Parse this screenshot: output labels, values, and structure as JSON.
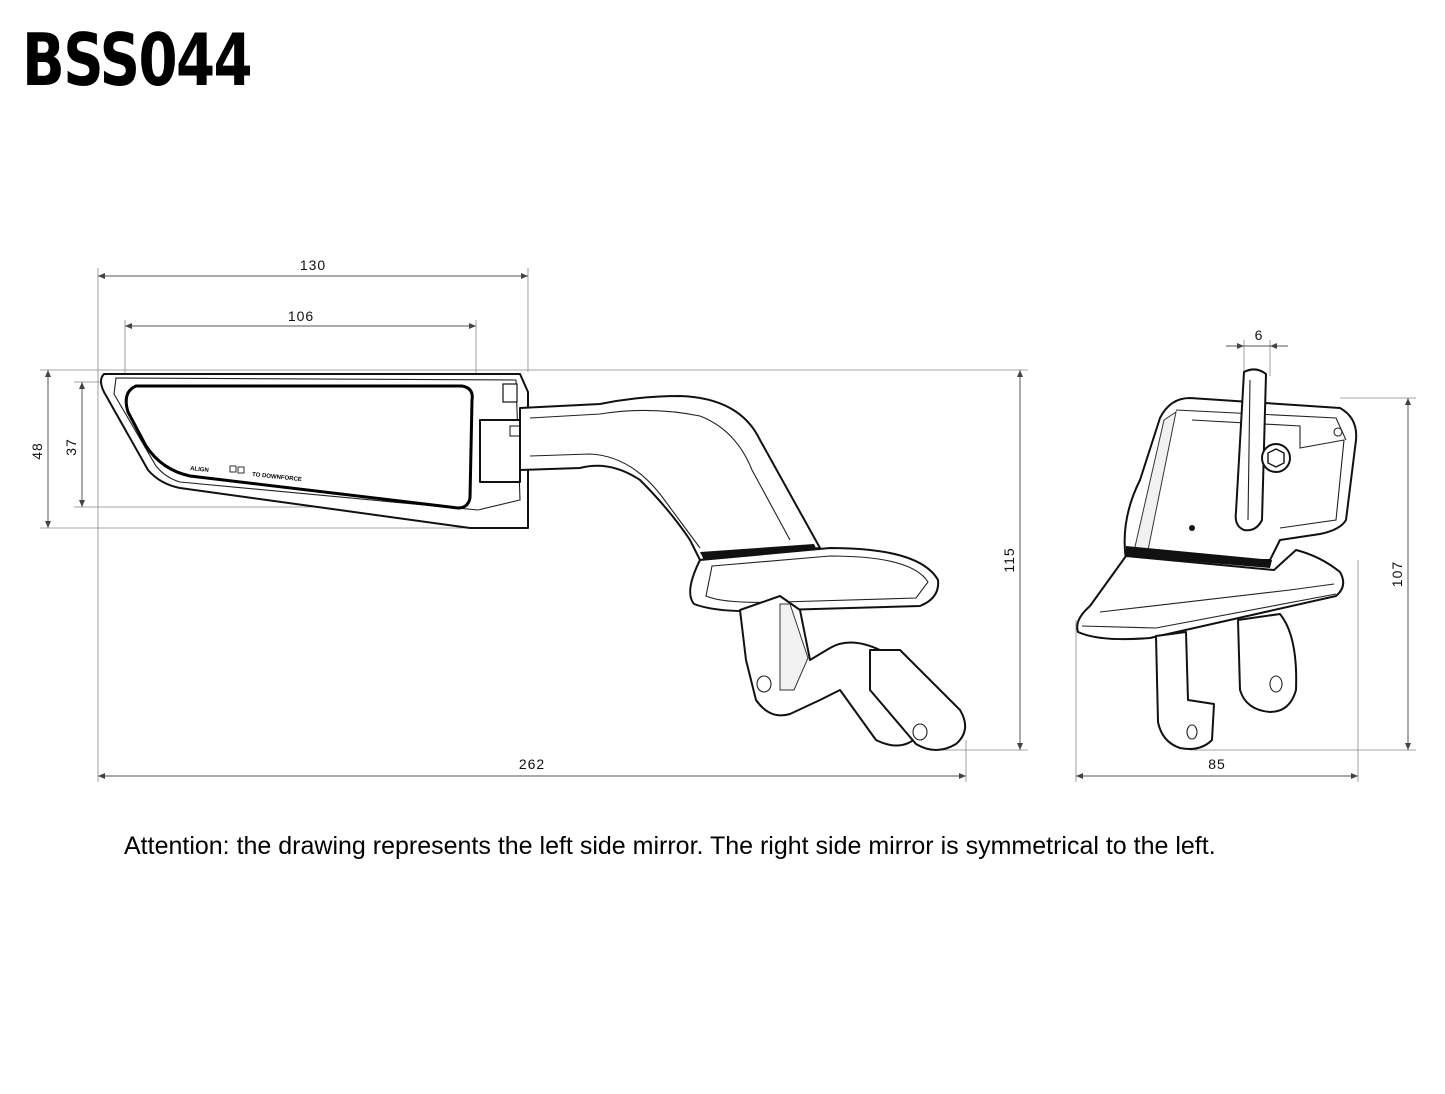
{
  "title": "BSS044",
  "note": "Attention: the drawing represents the left side mirror. The right side mirror is symmetrical to the left.",
  "side_view": {
    "dim_130": "130",
    "dim_106": "106",
    "dim_48": "48",
    "dim_37": "37",
    "dim_115": "115",
    "dim_262": "262",
    "glass_marking_left": "ALIGN",
    "glass_marking_right": "TO DOWNFORCE"
  },
  "front_view": {
    "dim_6": "6",
    "dim_107": "107",
    "dim_85": "85"
  }
}
